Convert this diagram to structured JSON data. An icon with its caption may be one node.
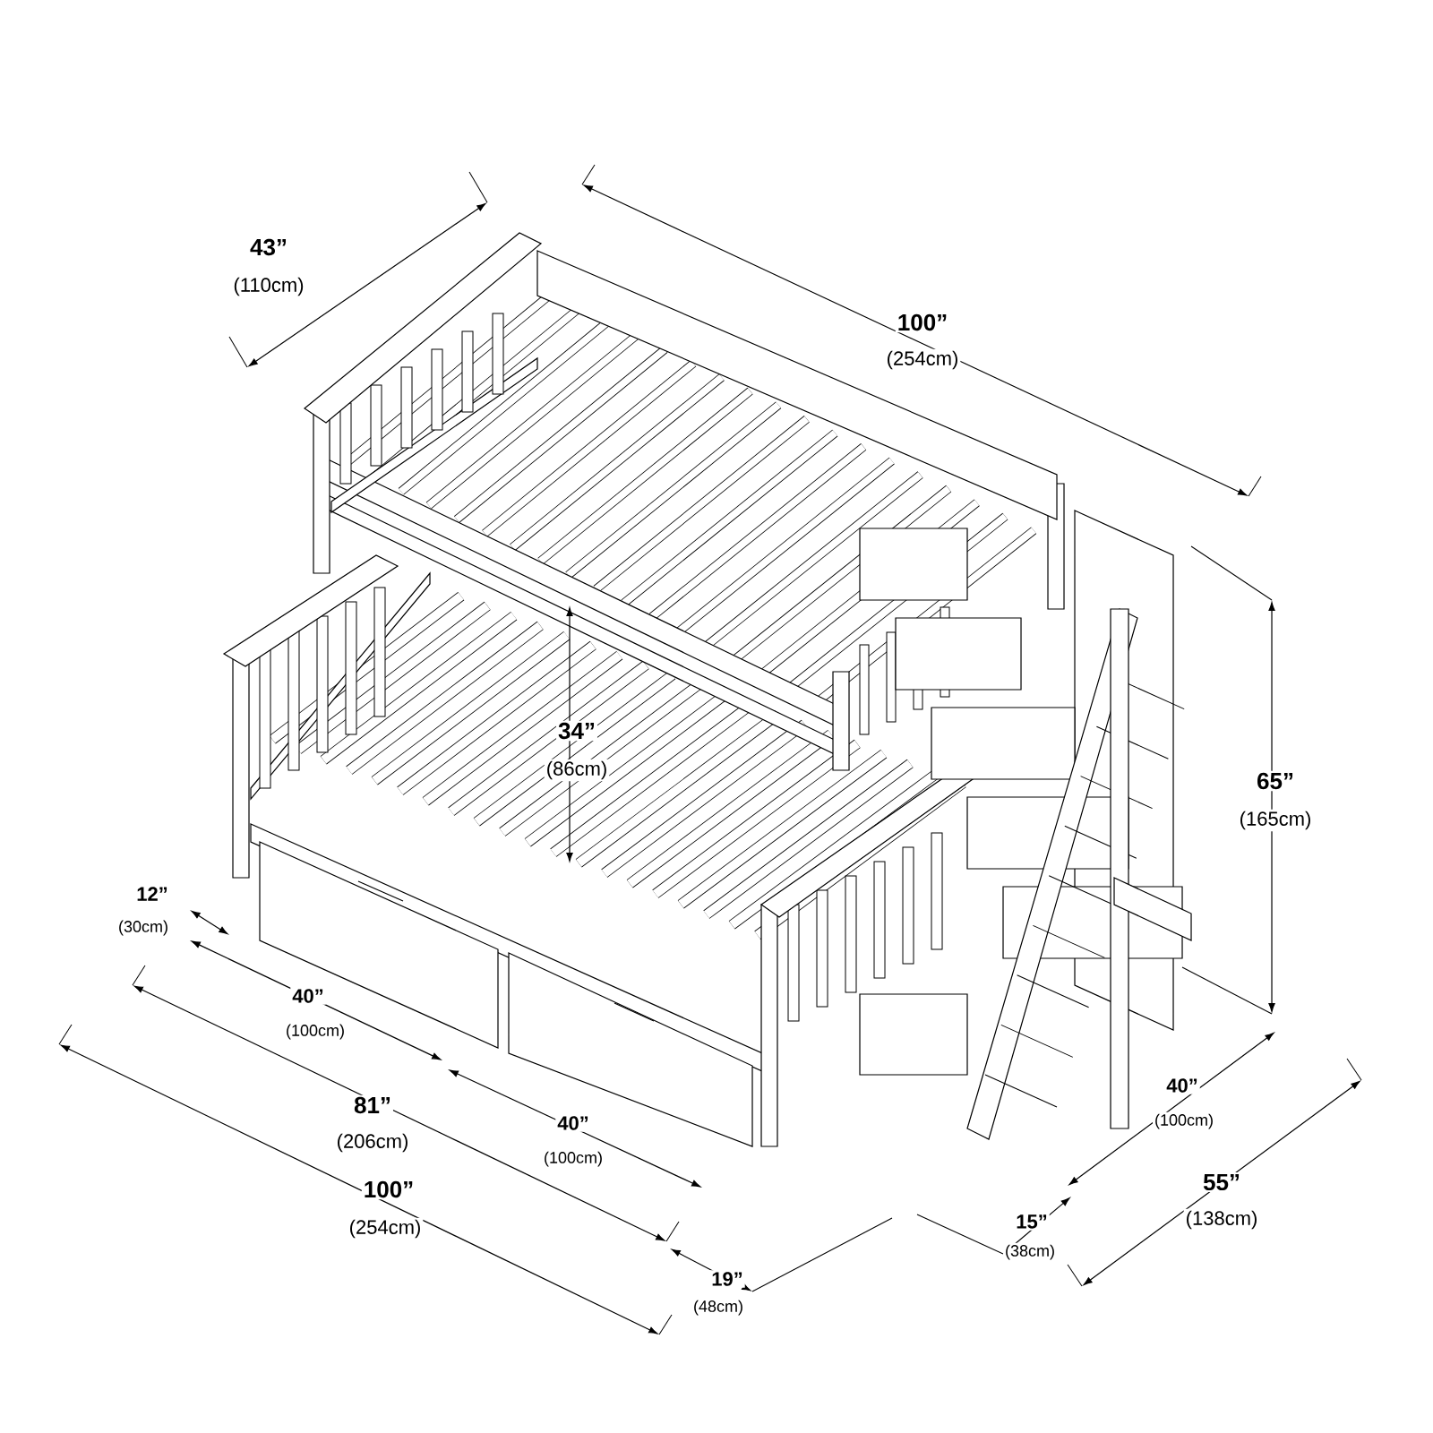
{
  "diagram": {
    "labels": [
      "43”",
      "(110cm)",
      "100”",
      "(254cm)",
      "65”",
      "(165cm)",
      "34”",
      "(86cm)",
      "12”",
      "(30cm)",
      "40”",
      "(100cm)",
      "81”",
      "(206cm)",
      "40”",
      "(100cm)",
      "40”",
      "(100cm)",
      "100”",
      "(254cm)",
      "15”",
      "(38cm)",
      "55”",
      "(138cm)",
      "19”",
      "(48cm)"
    ]
  }
}
